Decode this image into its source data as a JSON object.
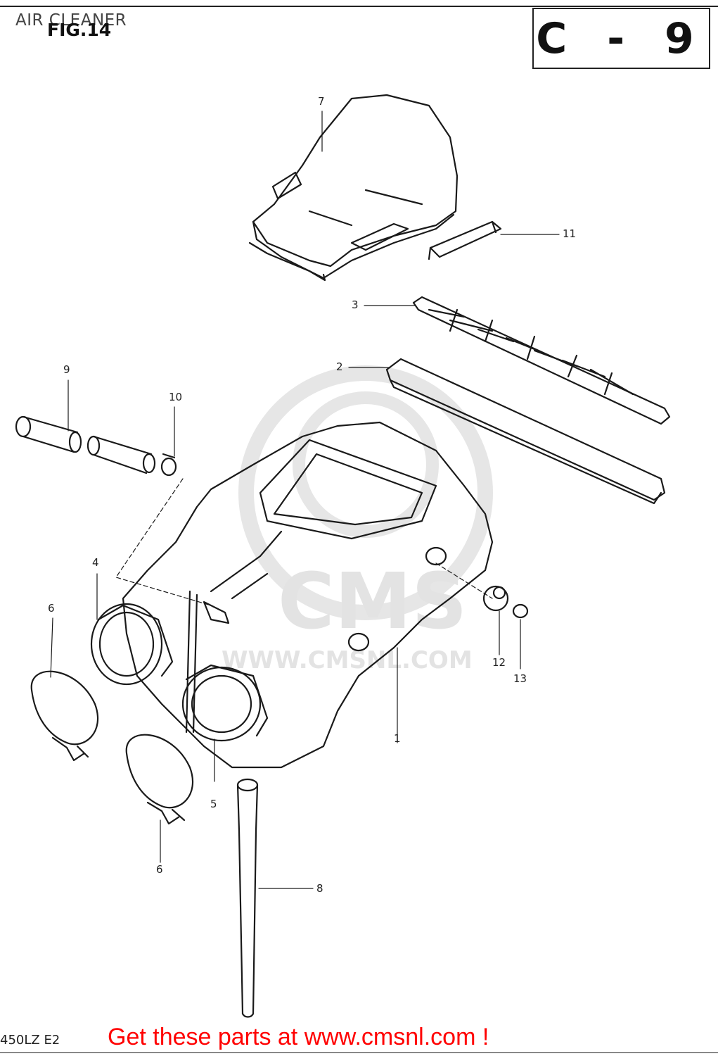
{
  "header": {
    "title": "AIR CLEANER",
    "figure": "FIG.14",
    "code": "C - 9"
  },
  "watermark": {
    "logo_text": "CMS",
    "url_text": "WWW.CMSNL.COM"
  },
  "callouts": {
    "c1": "1",
    "c2": "2",
    "c3": "3",
    "c4": "4",
    "c5": "5",
    "c6a": "6",
    "c6b": "6",
    "c7": "7",
    "c8": "8",
    "c9": "9",
    "c10": "10",
    "c11": "11",
    "c12": "12",
    "c13": "13"
  },
  "footer": {
    "model": "450LZ E2",
    "link": "Get these parts at www.cmsnl.com !"
  }
}
